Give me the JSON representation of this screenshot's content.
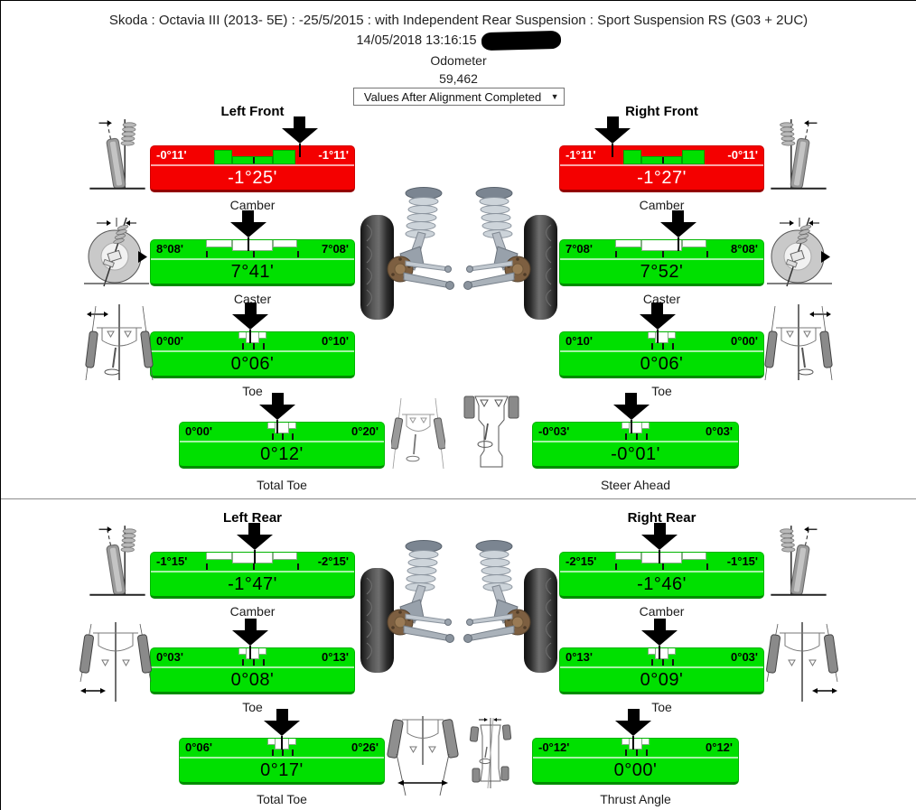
{
  "header": {
    "vehicle_title": "Skoda : Octavia III (2013- 5E) : -25/5/2015 : with Independent Rear Suspension : Sport Suspension RS (G03 + 2UC)",
    "datetime": "14/05/2018 13:16:15",
    "odometer_label": "Odometer",
    "odometer_value": "59,462",
    "view_dropdown": {
      "selected": "Values After Alignment Completed",
      "arrow_icon": "▼"
    }
  },
  "colors": {
    "in_spec_green": "#00e000",
    "out_of_spec_red": "#f40000"
  },
  "front": {
    "left_title": "Left Front",
    "right_title": "Right Front"
  },
  "rear": {
    "left_title": "Left Rear",
    "right_title": "Right Rear"
  },
  "gauges": {
    "lf_camber": {
      "label": "Camber",
      "left_limit": "-0°11'",
      "right_limit": "-1°11'",
      "value": "-1°25'",
      "status": "out_of_spec",
      "needle_pct": 73
    },
    "rf_camber": {
      "label": "Camber",
      "left_limit": "-1°11'",
      "right_limit": "-0°11'",
      "value": "-1°27'",
      "status": "out_of_spec",
      "needle_pct": 26
    },
    "lf_caster": {
      "label": "Caster",
      "left_limit": "8°08'",
      "right_limit": "7°08'",
      "value": "7°41'",
      "status": "in_spec",
      "needle_pct": 48
    },
    "rf_caster": {
      "label": "Caster",
      "left_limit": "7°08'",
      "right_limit": "8°08'",
      "value": "7°52'",
      "status": "in_spec",
      "needle_pct": 58
    },
    "lf_toe": {
      "label": "Toe",
      "left_limit": "0°00'",
      "right_limit": "0°10'",
      "value": "0°06'",
      "status": "in_spec",
      "needle_pct": 49
    },
    "rf_toe": {
      "label": "Toe",
      "left_limit": "0°10'",
      "right_limit": "0°00'",
      "value": "0°06'",
      "status": "in_spec",
      "needle_pct": 48
    },
    "front_total_toe": {
      "label": "Total Toe",
      "left_limit": "0°00'",
      "right_limit": "0°20'",
      "value": "0°12'",
      "status": "in_spec",
      "needle_pct": 48
    },
    "steer_ahead": {
      "label": "Steer Ahead",
      "left_limit": "-0°03'",
      "right_limit": "0°03'",
      "value": "-0°01'",
      "status": "in_spec",
      "needle_pct": 48
    },
    "lr_camber": {
      "label": "Camber",
      "left_limit": "-1°15'",
      "right_limit": "-2°15'",
      "value": "-1°47'",
      "status": "in_spec",
      "needle_pct": 51
    },
    "rr_camber": {
      "label": "Camber",
      "left_limit": "-2°15'",
      "right_limit": "-1°15'",
      "value": "-1°46'",
      "status": "in_spec",
      "needle_pct": 49
    },
    "lr_toe": {
      "label": "Toe",
      "left_limit": "0°03'",
      "right_limit": "0°13'",
      "value": "0°08'",
      "status": "in_spec",
      "needle_pct": 49
    },
    "rr_toe": {
      "label": "Toe",
      "left_limit": "0°13'",
      "right_limit": "0°03'",
      "value": "0°09'",
      "status": "in_spec",
      "needle_pct": 49
    },
    "rear_total_toe": {
      "label": "Total Toe",
      "left_limit": "0°06'",
      "right_limit": "0°26'",
      "value": "0°17'",
      "status": "in_spec",
      "needle_pct": 50
    },
    "thrust_angle": {
      "label": "Thrust Angle",
      "left_limit": "-0°12'",
      "right_limit": "0°12'",
      "value": "0°00'",
      "status": "in_spec",
      "needle_pct": 49
    }
  }
}
